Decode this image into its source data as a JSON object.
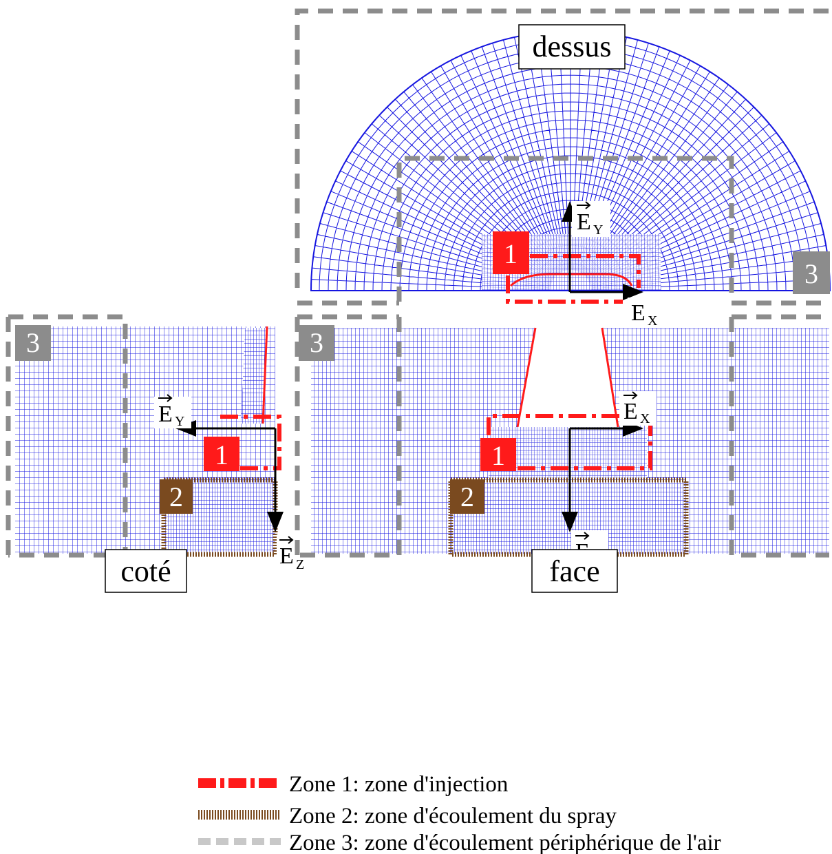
{
  "views": {
    "top": "dessus",
    "side": "coté",
    "front": "face"
  },
  "zone_badges": {
    "zone1": "1",
    "zone2": "2",
    "zone3": "3"
  },
  "axes": {
    "ex": "E",
    "ex_sub": "X",
    "ey": "E",
    "ey_sub": "Y",
    "ez": "E",
    "ez_sub": "Z"
  },
  "legend": {
    "zone1": "Zone 1: zone d'injection",
    "zone2": "Zone 2: zone d'écoulement du spray",
    "zone3": "Zone 3: zone d'écoulement périphérique de l'air"
  },
  "colors": {
    "mesh": "#1515e0",
    "zone1": "#ff1a1a",
    "zone2": "#7a4a1f",
    "zone3": "#8c8c8c",
    "badge3": "#8c8c8c"
  }
}
